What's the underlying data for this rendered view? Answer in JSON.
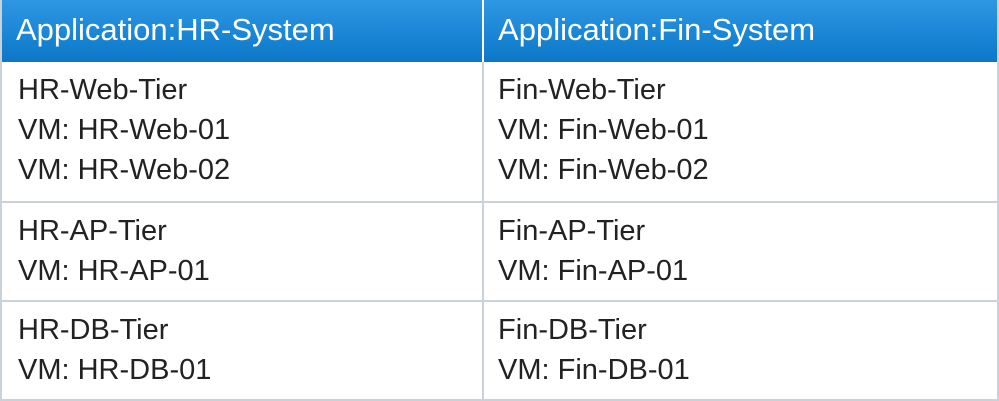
{
  "header": {
    "col1": "Application:HR-System",
    "col2": "Application:Fin-System"
  },
  "rows": [
    {
      "col1": {
        "tier": "HR-Web-Tier",
        "vms": [
          "VM: HR-Web-01",
          "VM: HR-Web-02"
        ]
      },
      "col2": {
        "tier": "Fin-Web-Tier",
        "vms": [
          "VM: Fin-Web-01",
          "VM: Fin-Web-02"
        ]
      }
    },
    {
      "col1": {
        "tier": "HR-AP-Tier",
        "vms": [
          "VM: HR-AP-01"
        ]
      },
      "col2": {
        "tier": "Fin-AP-Tier",
        "vms": [
          "VM: Fin-AP-01"
        ]
      }
    },
    {
      "col1": {
        "tier": "HR-DB-Tier",
        "vms": [
          "VM: HR-DB-01"
        ]
      },
      "col2": {
        "tier": "Fin-DB-Tier",
        "vms": [
          "VM: Fin-DB-01"
        ]
      }
    }
  ],
  "colors": {
    "header_bg": "#1a86d6",
    "header_text": "#ffffff",
    "grid_line": "#c9d2da",
    "body_text": "#222222"
  }
}
